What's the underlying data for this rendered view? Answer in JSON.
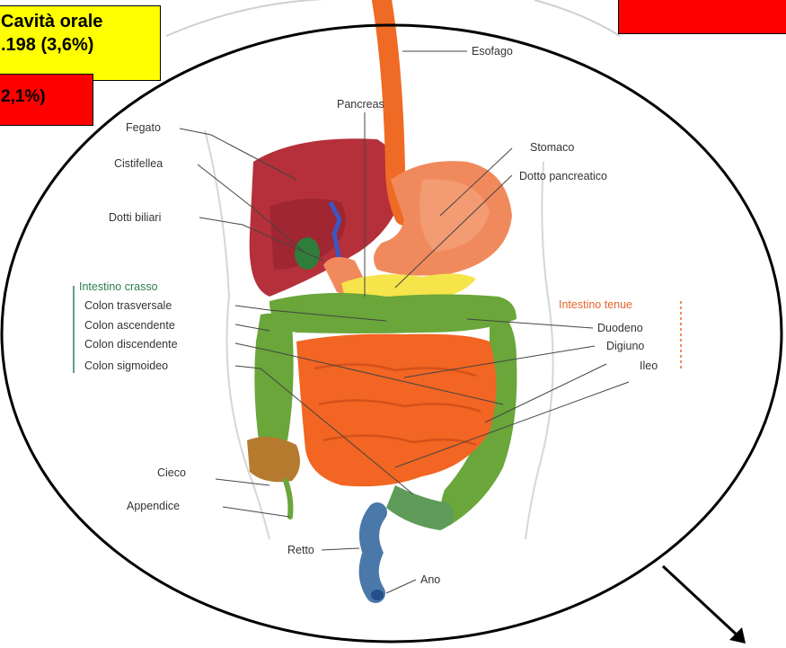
{
  "boxes": {
    "oral_title": "Cavità orale",
    "oral_value": ".198 (3,6%)",
    "red_left_value": "2,1%)"
  },
  "labels": {
    "esofago": "Esofago",
    "pancreas": "Pancreas",
    "fegato": "Fegato",
    "cistifellea": "Cistifellea",
    "dotti_biliari": "Dotti biliari",
    "stomaco": "Stomaco",
    "dotto_pancreatico": "Dotto pancreatico",
    "intestino_crasso": "Intestino crasso",
    "colon_trasversale": "Colon trasversale",
    "colon_ascendente": "Colon ascendente",
    "colon_discendente": "Colon discendente",
    "colon_sigmoideo": "Colon sigmoideo",
    "intestino_tenue": "Intestino tenue",
    "duodeno": "Duodeno",
    "digiuno": "Digiuno",
    "ileo": "Ileo",
    "cieco": "Cieco",
    "appendice": "Appendice",
    "retto": "Retto",
    "ano": "Ano"
  },
  "colors": {
    "liver": "#b5303a",
    "stomach": "#f08a5d",
    "esophagus": "#ef6a24",
    "colon": "#6aa63a",
    "small_intestine": "#f26522",
    "pancreas": "#f5e44a",
    "rectum": "#2c6fb4",
    "box_yellow": "#ffff00",
    "box_red": "#ff0000"
  }
}
